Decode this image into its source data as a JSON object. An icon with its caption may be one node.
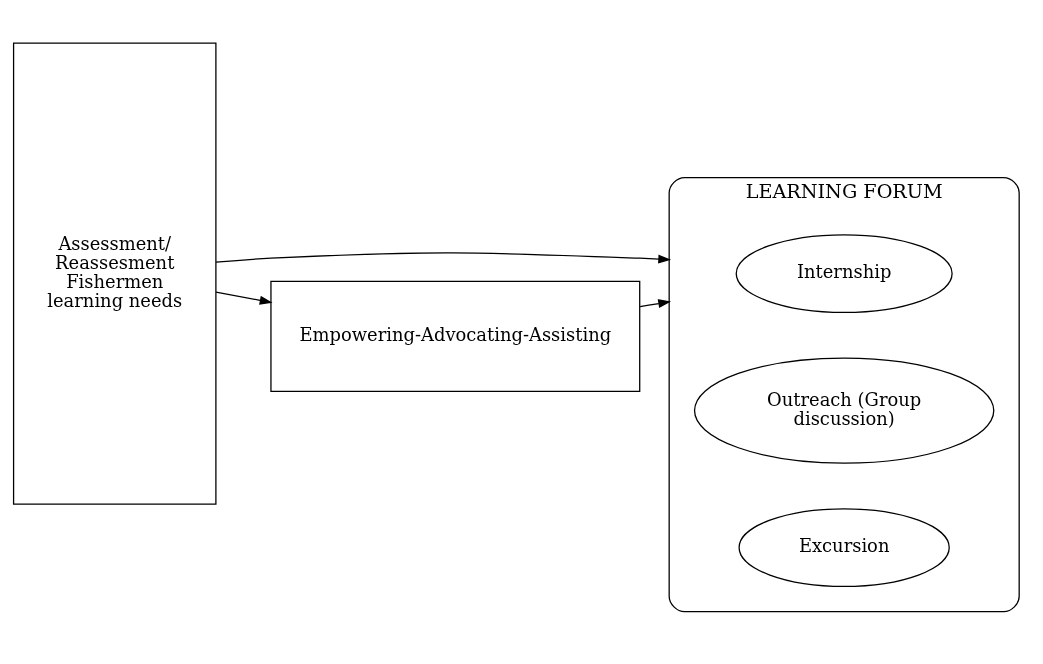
{
  "diagram": {
    "nodes": [
      {
        "text": [
          "Assessment/ Reassesment Fishermen learning needs"
        ]
      },
      {
        "text": [
          "LEARNING FORUM"
        ]
      },
      {
        "text": [
          "Internship"
        ],
        "in": 1
      },
      {
        "text": [
          "Outreach (Group discussion)"
        ],
        "in": 1
      },
      {
        "text": [
          "Excursion"
        ],
        "in": 1
      },
      {
        "text": [
          "Empowering-Advocating-Assisting"
        ]
      }
    ],
    "edges": [
      {
        "from": 0,
        "to": 1,
        "arrow": "to"
      },
      {
        "from": 0,
        "to": 5,
        "arrow": "to"
      },
      {
        "from": 5,
        "to": 1,
        "arrow": "to"
      }
    ]
  }
}
